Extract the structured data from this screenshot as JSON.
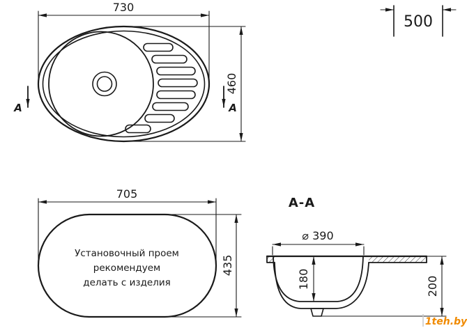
{
  "drawing": {
    "top_view": {
      "width_dim": "730",
      "height_dim": "460",
      "section_label_left": "A",
      "section_label_right": "A"
    },
    "depth_dim": "500",
    "cutout_view": {
      "width_dim": "705",
      "height_dim": "435",
      "note": [
        "Установочный проем",
        "рекомендуем",
        "делать с изделия"
      ]
    },
    "section_view": {
      "title": "A-A",
      "diameter_dim": "⌀ 390",
      "depth_dim": "180",
      "height_dim": "200"
    }
  },
  "watermark": "1teh.by",
  "colors": {
    "line": "#1a1a1a",
    "watermark": "#f08a00"
  }
}
